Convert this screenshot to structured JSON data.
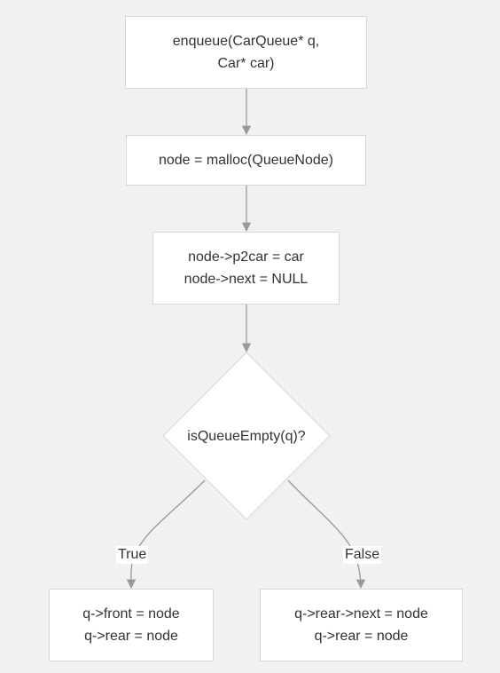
{
  "nodes": {
    "start": {
      "line1": "enqueue(CarQueue* q,",
      "line2": "Car* car)"
    },
    "malloc": {
      "line1": "node = malloc(QueueNode)"
    },
    "init": {
      "line1": "node->p2car = car",
      "line2": "node->next = NULL"
    },
    "decision": {
      "text": "isQueueEmpty(q)?"
    },
    "true_branch": {
      "line1": "q->front = node",
      "line2": "q->rear = node"
    },
    "false_branch": {
      "line1": "q->rear->next = node",
      "line2": "q->rear = node"
    }
  },
  "edges": {
    "true_label": "True",
    "false_label": "False"
  },
  "colors": {
    "background": "#f2f1f0",
    "node_fill": "#ffffff",
    "node_border": "#d7d7d7",
    "edge": "#999999",
    "text": "#333333"
  }
}
